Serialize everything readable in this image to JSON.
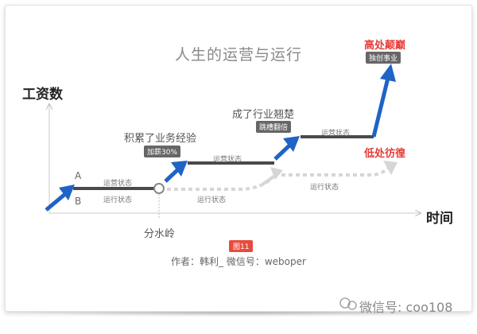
{
  "title": "人生的运营与运行",
  "y_axis_label": "工资数",
  "x_axis_label": "时间",
  "labels": {
    "a": "A",
    "b": "B",
    "watershed": "分水岭",
    "stage1": "积累了业务经验",
    "stage2": "成了行业翘楚",
    "peak": "高处颠巅",
    "low": "低处彷徨"
  },
  "badges": {
    "raise": "加薪30%",
    "job_hop": "跳槽翻倍",
    "startup": "独创事业"
  },
  "state_labels": {
    "operating_1": "运营状态",
    "running_1": "运行状态",
    "operating_2": "运营状态",
    "running_2": "运行状态",
    "operating_3": "运营状态",
    "running_3": "运行状态"
  },
  "figure_tag": "图11",
  "author": "作者：韩利_ 微信号：weboper",
  "watermark": "微信号: coo108",
  "colors": {
    "arrow_blue": "#1f63c6",
    "line_dark": "#4a4a4a",
    "line_light": "#d6d6d6",
    "accent_red": "#e53935"
  }
}
